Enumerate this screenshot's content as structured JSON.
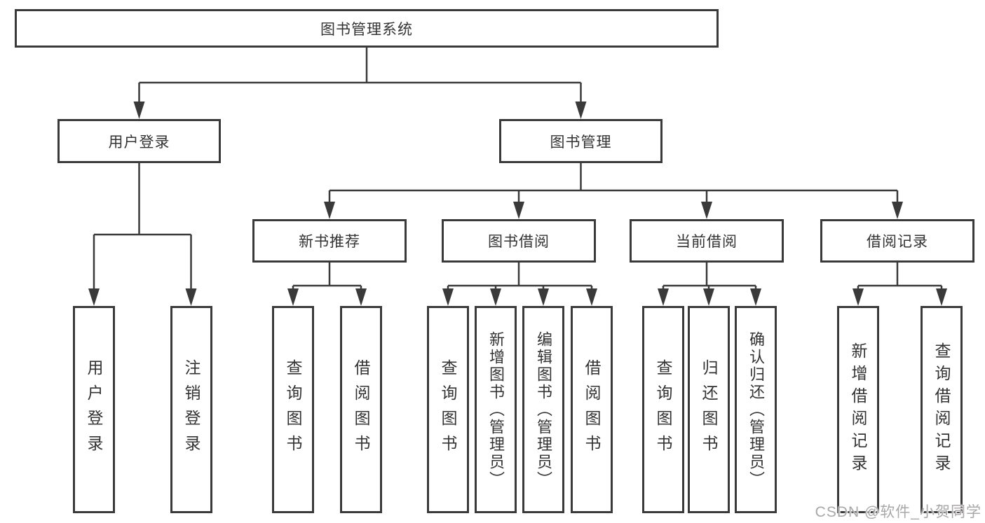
{
  "tree": {
    "root": {
      "label": "图书管理系统",
      "children": [
        {
          "label": "用户登录",
          "children": [
            {
              "label": "用户登录"
            },
            {
              "label": "注销登录"
            }
          ]
        },
        {
          "label": "图书管理",
          "children": [
            {
              "label": "新书推荐",
              "children": [
                {
                  "label": "查询图书"
                },
                {
                  "label": "借阅图书"
                }
              ]
            },
            {
              "label": "图书借阅",
              "children": [
                {
                  "label": "查询图书"
                },
                {
                  "label": "新增图书（管理员）"
                },
                {
                  "label": "编辑图书（管理员）"
                },
                {
                  "label": "借阅图书"
                }
              ]
            },
            {
              "label": "当前借阅",
              "children": [
                {
                  "label": "查询图书"
                },
                {
                  "label": "归还图书"
                },
                {
                  "label": "确认归还（管理员）"
                }
              ]
            },
            {
              "label": "借阅记录",
              "children": [
                {
                  "label": "新增借阅记录"
                },
                {
                  "label": "查询借阅记录"
                }
              ]
            }
          ]
        }
      ]
    }
  },
  "watermark": "CSDN @软件_小贺同学",
  "colors": {
    "line": "#3a3a3a",
    "text": "#333333",
    "watermark": "#a9a7a7",
    "background": "#ffffff"
  }
}
